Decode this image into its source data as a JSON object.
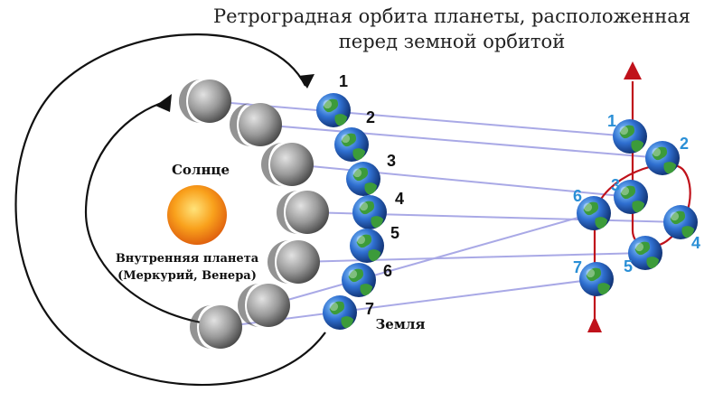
{
  "title_line1": "Ретроградная орбита планеты, расположенная",
  "title_line2": "перед земной орбитой",
  "sun_label": "Солнце",
  "inner_planet_line1": "Внутренняя планета",
  "inner_planet_line2": "(Меркурий, Венера)",
  "earth_label": "Земля",
  "earth_positions": [
    "1",
    "2",
    "3",
    "4",
    "5",
    "6",
    "7"
  ],
  "apparent_positions": [
    "1",
    "2",
    "3",
    "4",
    "5",
    "6",
    "7"
  ],
  "colors": {
    "sight_line": "#a9a9e6",
    "apparent_path": "#c0121b",
    "orbit": "#111111",
    "number_blue": "#2a8fd6",
    "sun": "#f7a21b",
    "planet": "#8c8c8c",
    "earth_ocean": "#2f6fd0",
    "earth_land": "#3c9b3a"
  }
}
